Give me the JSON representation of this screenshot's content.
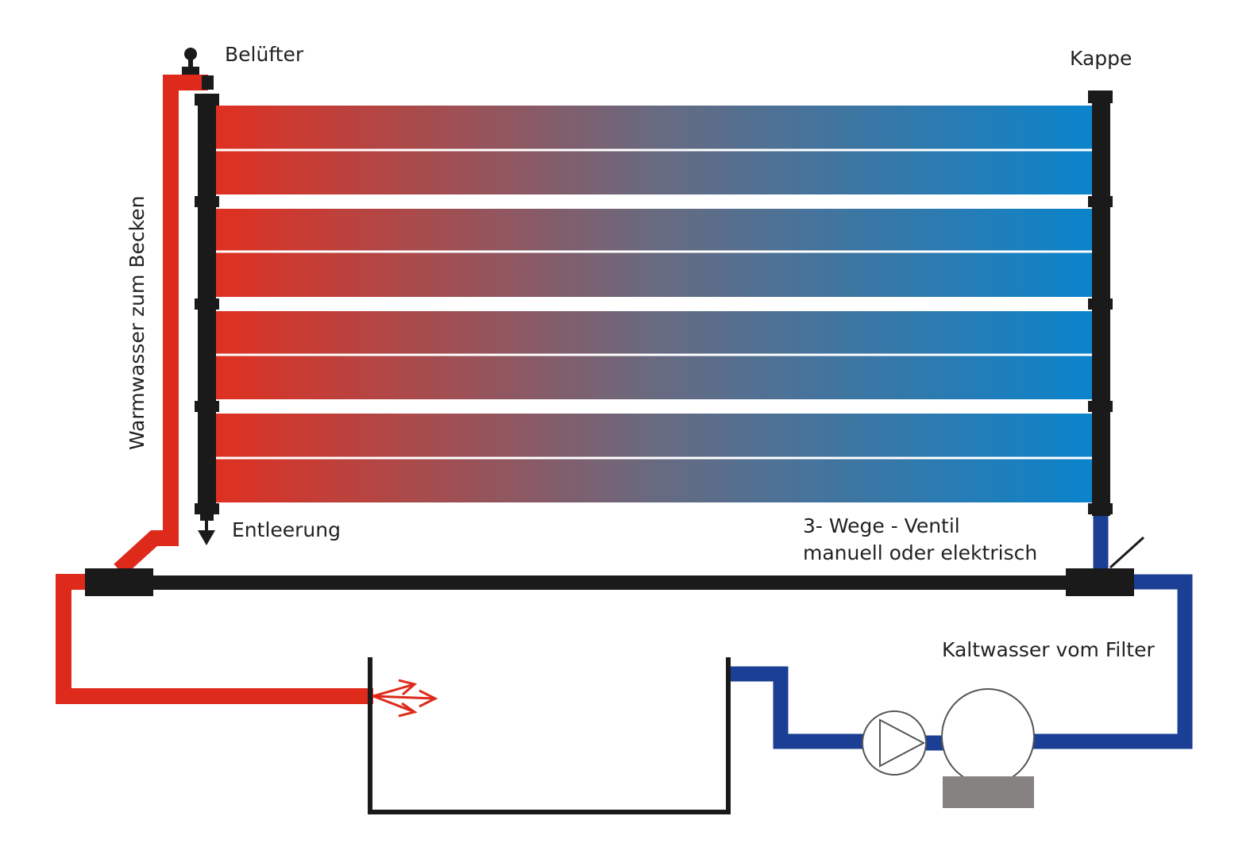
{
  "labels": {
    "air_vent": "Belüfter",
    "cap": "Kappe",
    "warm_water": "Warmwasser zum Becken",
    "drain": "Entleerung",
    "valve_line1": "3- Wege - Ventil",
    "valve_line2": "manuell oder elektrisch",
    "cold_water": "Kaltwasser vom Filter"
  },
  "colors": {
    "hot_pipe": "#dd2a1b",
    "cold_pipe": "#1b3f94",
    "manifold": "#1a1a1a",
    "panel_hot": "#e03020",
    "panel_mid": "#686a80",
    "panel_cold": "#0a84cc",
    "filter_base": "#878282"
  },
  "icons": {
    "air_vent": "air-vent-icon",
    "drain": "drain-arrow-icon",
    "pump": "pump-icon",
    "filter": "filter-tank-icon",
    "valve": "three-way-valve-icon",
    "outflow": "outflow-arrows-icon"
  }
}
